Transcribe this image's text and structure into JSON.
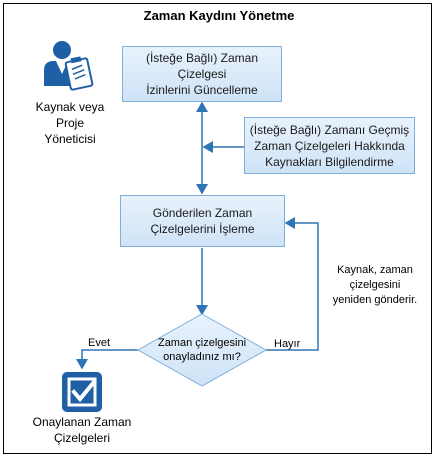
{
  "title": "Zaman Kaydını Yönetme",
  "actor": {
    "label": "Kaynak veya\nProje\nYöneticisi",
    "icon": "project-manager-icon"
  },
  "steps": {
    "update_permissions": "(İsteğe Bağlı) Zaman Çizelgesi\nİzinlerini Güncelleme",
    "notify_resources": "(İsteğe Bağlı) Zamanı Geçmiş\nZaman Çizelgeleri Hakkında\nKaynakları Bilgilendirme",
    "process_timesheets": "Gönderilen Zaman\nÇizelgelerini İşleme",
    "decision": "Zaman çizelgesini\nonayladınız mı?"
  },
  "branches": {
    "yes": "Evet",
    "no": "Hayır"
  },
  "loop_note": "Kaynak, zaman\nçizelgesini\nyeniden gönderir.",
  "end": {
    "label": "Onaylanan Zaman\nÇizelgeleri",
    "icon": "approved-checkbox-icon"
  },
  "colors": {
    "box_fill_top": "#e8f2fc",
    "box_fill_bottom": "#cfe3f7",
    "box_border": "#7fb0dd",
    "line": "#2e75b6",
    "icon_blue": "#1f5fa6"
  }
}
